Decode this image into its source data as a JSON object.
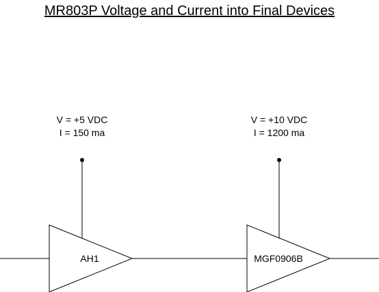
{
  "title": "MR803P Voltage and Current into Final Devices",
  "devices": [
    {
      "name": "AH1",
      "voltage": "V = +5 VDC",
      "current": "I = 150 ma"
    },
    {
      "name": "MGF0906B",
      "voltage": "V = +10 VDC",
      "current": "I = 1200 ma"
    }
  ]
}
